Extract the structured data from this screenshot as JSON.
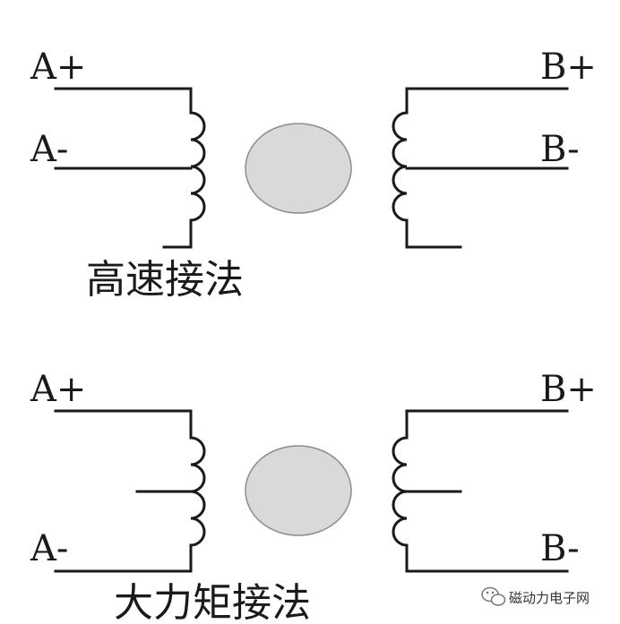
{
  "top": {
    "caption": "高速接法",
    "left_labels": {
      "a_plus": "A+",
      "a_minus": "A-"
    },
    "right_labels": {
      "b_plus": "B+",
      "b_minus": "B-"
    }
  },
  "bottom": {
    "caption": "大力矩接法",
    "left_labels": {
      "a_plus": "A+",
      "a_minus": "A-"
    },
    "right_labels": {
      "b_plus": "B+",
      "b_minus": "B-"
    }
  },
  "watermark": {
    "text": "磁动力电子网",
    "icon": "wechat-icon"
  },
  "colors": {
    "line": "#1a1a1a",
    "rotor_fill": "#d9d9d9"
  }
}
